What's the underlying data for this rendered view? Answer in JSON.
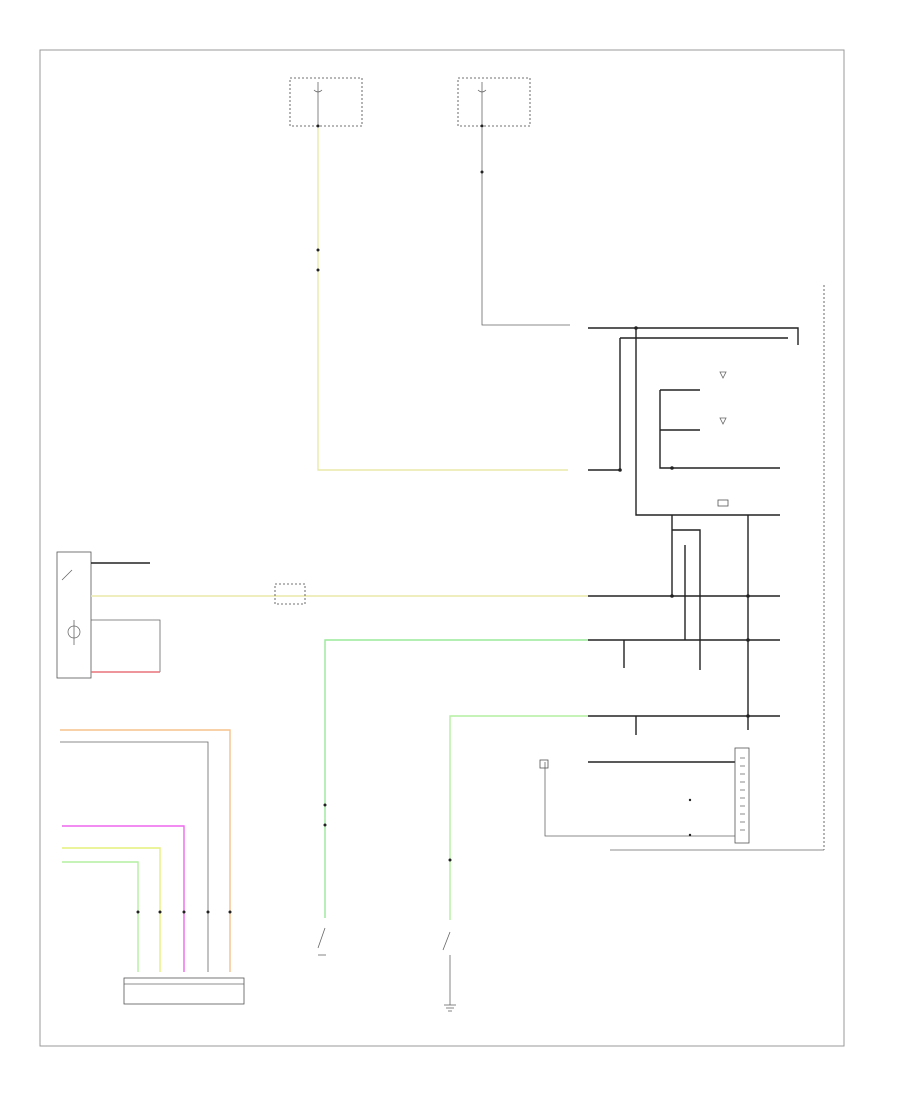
{
  "colors": {
    "yellow_wire": "#e9e9a8",
    "green_wire": "#9ae89a",
    "pink_wire": "#ee66ee",
    "orange_wire": "#f5c28c",
    "lime_wire": "#e6f07a",
    "light_green_wire": "#b4f0a0",
    "red_wire": "#e8707a",
    "black_wire": "#222222",
    "frame": "#999999"
  },
  "icons": [
    "fuse-box-top-left",
    "fuse-box-top-right",
    "switch-symbol",
    "control-module-connector",
    "ground-symbol"
  ]
}
